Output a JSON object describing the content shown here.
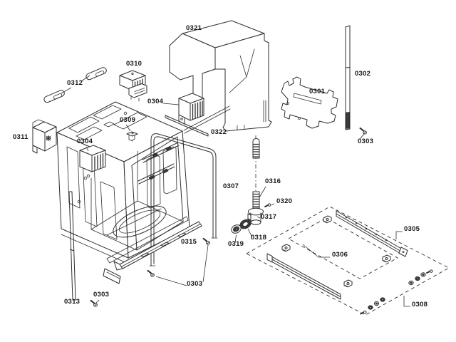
{
  "diagram": {
    "kind": "exploded-parts-diagram",
    "background_color": "#ffffff",
    "line_color": "#2e2e2e",
    "label_color": "#161616",
    "labels": [
      {
        "text": "0321"
      },
      {
        "text": "0310"
      },
      {
        "text": "0312"
      },
      {
        "text": "0304"
      },
      {
        "text": "0309"
      },
      {
        "text": "0322"
      },
      {
        "text": "0301"
      },
      {
        "text": "0302"
      },
      {
        "text": "0303"
      },
      {
        "text": "0311"
      },
      {
        "text": "0304"
      },
      {
        "text": "0307"
      },
      {
        "text": "0316"
      },
      {
        "text": "0320"
      },
      {
        "text": "0317"
      },
      {
        "text": "0318"
      },
      {
        "text": "0319"
      },
      {
        "text": "0315"
      },
      {
        "text": "0305"
      },
      {
        "text": "0306"
      },
      {
        "text": "0303"
      },
      {
        "text": "0313"
      },
      {
        "text": "0303"
      },
      {
        "text": "0308"
      }
    ]
  }
}
